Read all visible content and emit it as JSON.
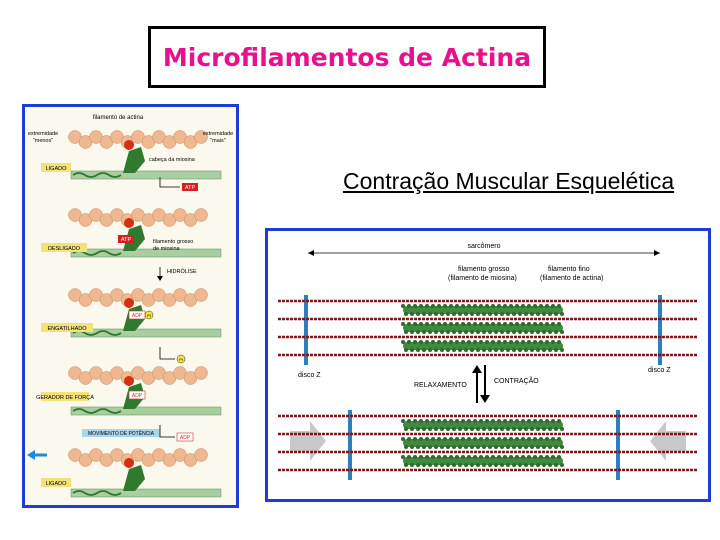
{
  "title": "Microfilamentos de Actina",
  "subtitle": "Contração Muscular Esquelética",
  "left_panel": {
    "filament_label": "filamento de actina",
    "minus_end": [
      "extremidade",
      "\"menos\""
    ],
    "plus_end": [
      "extremidade",
      "\"mais\""
    ],
    "head_label": "cabeça da miosina",
    "thick_label": [
      "filamento grosso",
      "de miosina"
    ],
    "hydrolysis_label": "HIDRÓLISE",
    "states": [
      "LIGADO",
      "DESLIGADO",
      "ENGATILHADO",
      "GERADOR DE FORÇA",
      "LIGADO"
    ],
    "atp": "ATP",
    "adp": "ADP",
    "pi": "Pi",
    "power_stroke": "MOVIMENTO DE POTÊNCIA"
  },
  "right_panel": {
    "sarcomere": "sarcômero",
    "thick_label": [
      "filamento grosso",
      "(filamento de miosina)"
    ],
    "thin_label": [
      "filamento fino",
      "(filamento de actina)"
    ],
    "zdisc": "disco Z",
    "relax": "RELAXAMENTO",
    "contract": "CONTRAÇÃO"
  },
  "colors": {
    "title": "#e8108c",
    "frame": "#1f3bd6",
    "actin": "#f0b890",
    "myosin": "#2f7a2f",
    "zdisc": "#2a7fc0",
    "atp": "#d62020"
  }
}
